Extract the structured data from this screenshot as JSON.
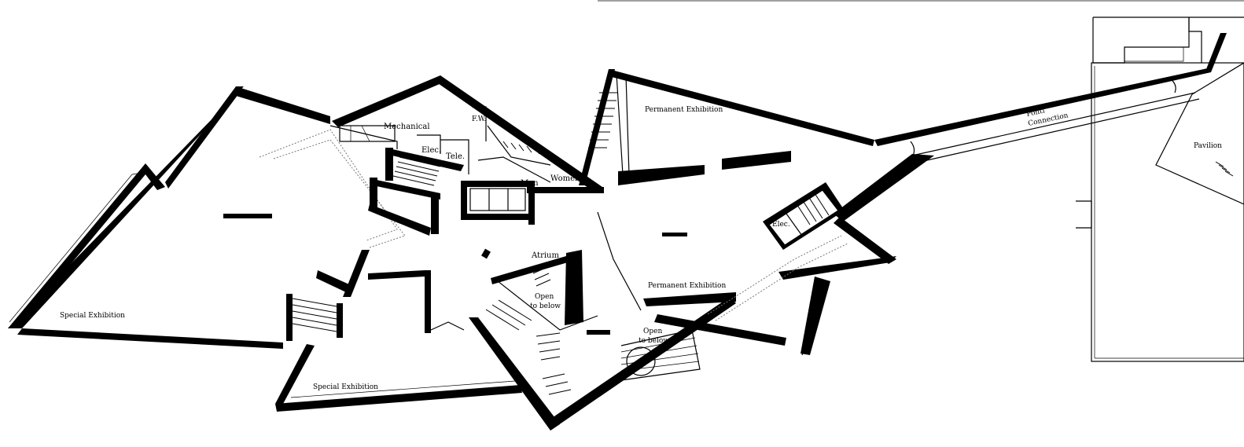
{
  "labels": {
    "mechanical": "Mechanical",
    "fw": "F.W.",
    "elec_top": "Elec.",
    "tele": "Tele.",
    "women": "Women",
    "men": "Men",
    "permanent_top": "Permanent Exhibition",
    "ponti_1": "Ponti",
    "ponti_2": "Connection",
    "pavilion": "Pavilion",
    "elec_right": "Elec.",
    "atrium": "Atrium",
    "open_below_1a": "Open",
    "open_below_1b": "to below",
    "permanent_mid": "Permanent Exhibition",
    "open_below_2a": "Open",
    "open_below_2b": "to below",
    "special_left": "Special Exhibition",
    "special_bottom": "Special Exhibition"
  }
}
